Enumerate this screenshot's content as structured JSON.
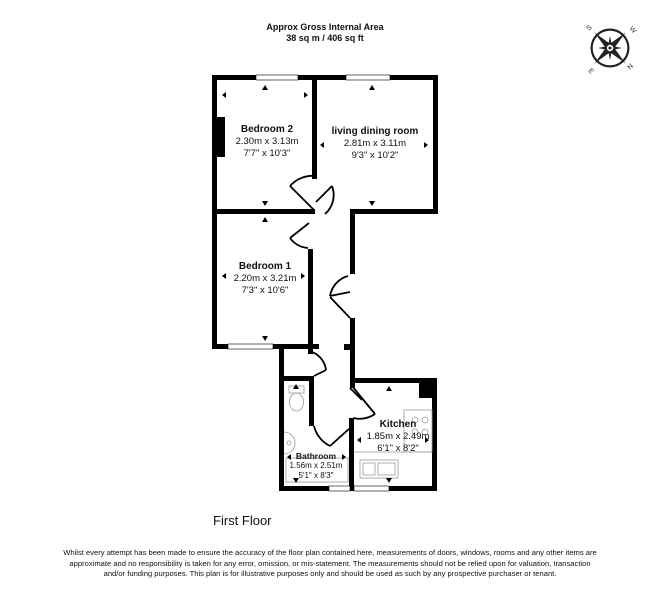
{
  "header": {
    "title": "Approx Gross Internal Area",
    "area": "38 sq m / 406 sq ft"
  },
  "compass": {
    "icon": "compass-rose-icon",
    "labels": [
      "S",
      "W",
      "N",
      "E"
    ]
  },
  "rooms": [
    {
      "name": "Bedroom 2",
      "metric": "2.30m x 3.13m",
      "imperial": "7'7\" x 10'3\""
    },
    {
      "name": "living dining room",
      "metric": "2.81m x 3.11m",
      "imperial": "9'3\" x 10'2\""
    },
    {
      "name": "Bedroom 1",
      "metric": "2.20m x 3.21m",
      "imperial": "7'3\" x 10'6\""
    },
    {
      "name": "Kitchen",
      "metric": "1.85m x 2.49m",
      "imperial": "6'1\" x 8'2\""
    },
    {
      "name": "Bathroom",
      "metric": "1.56m x 2.51m",
      "imperial": "5'1\" x 8'3\""
    }
  ],
  "floor": {
    "label": "First Floor"
  },
  "disclaimer": "Whilst every attempt has been made to ensure the accuracy of the floor plan contained here, measurements of doors, windows, rooms and any other items are approximate and no responsibility is taken for any error, omission, or mis-statement. The measurements should not be relied upon for valuation, transaction and/or funding purposes. This plan is for illustrative purposes only and should be used as such by any prospective purchaser or tenant."
}
